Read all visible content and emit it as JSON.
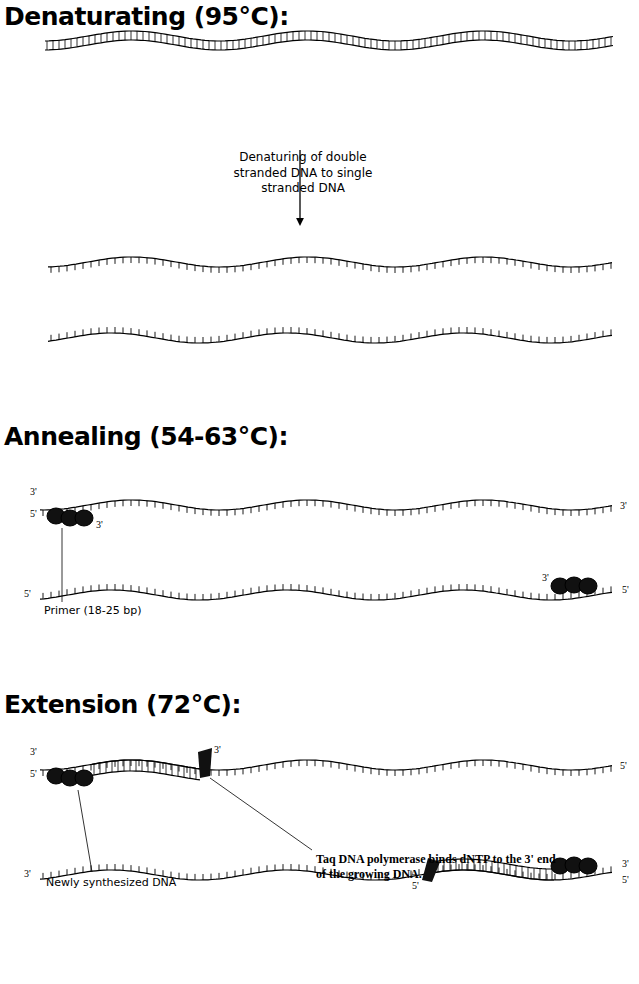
{
  "diagram": {
    "labels": [
      "Denaturating (95°C):",
      "Denaturing of double stranded DNA to single stranded DNA",
      "Annealing (54-63°C):",
      "Primer (18-25 bp)",
      "Extension (72°C):",
      "Newly synthesized DNA",
      "Taq DNA polymerase binds dNTP to the 3' end of the growing DNA.",
      "3'",
      "5'",
      "3'",
      "3'",
      "5'",
      "3'",
      "5'",
      "3'",
      "5'",
      "3'",
      "5'",
      "3'",
      "5'",
      "3'",
      "5'"
    ]
  }
}
